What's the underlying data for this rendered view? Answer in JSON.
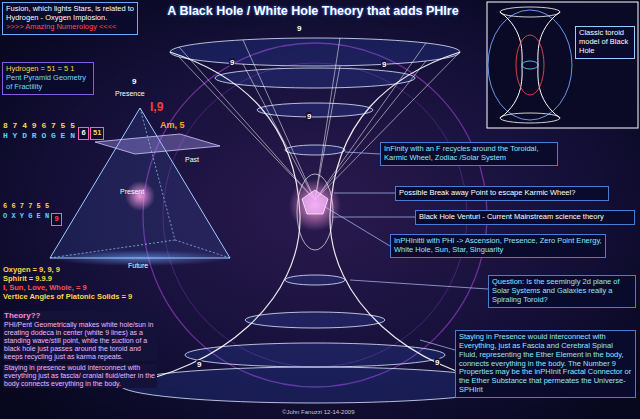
{
  "diagram": {
    "title": "A Black Hole / White Hole Theory that adds PHIre",
    "nodes": [
      {
        "text": [
          "Fusion, which lights Stars, is related to Hydrogen - Oxygen Implosion.",
          ">>>> Amazing Numerology <<<<"
        ]
      },
      {
        "text": [
          "Hydrogen = 51 = 5 1",
          "Pent Pyramid Geometry of Fractility"
        ]
      },
      {
        "text": [
          "6"
        ]
      },
      {
        "text": [
          "51"
        ]
      },
      {
        "text": [
          "9"
        ]
      },
      {
        "text": [
          "Classic toroid model of Black Hole"
        ]
      },
      {
        "text": [
          "InFinity with an F recycles around the Toroidal, Karmic Wheel, Zodiac /Solar System"
        ]
      },
      {
        "text": [
          "Possible Break away Point to escape Karmic Wheel?"
        ]
      },
      {
        "text": [
          "Black Hole Venturi - Current Mainstream science theory"
        ]
      },
      {
        "text": [
          "InPHInitti with PHI -> Ascension, Presence, Zero Point Energy, White Hole, Sun, Star, Singuarity"
        ]
      },
      {
        "text": [
          "Question: Is the seemingly 2d plane of Solar Systems and Galaxies really a Spiraling Toroid?"
        ]
      },
      {
        "text": [
          "Staying in Presence would interconnect with Everything, just as Fascia and Cerebral Spinal Fluid, representing the Ether Element in the body, connects everything in the body. The Number 9 Properties may be the inPHInit Fractal Connector or the Ether Substance that permeates the Universe- SPHIrit"
        ]
      }
    ],
    "labels": [
      "9",
      "Presence",
      "I,9",
      "Am, 5",
      "Past",
      "8 7 4 9 6 7 5 5",
      "H Y D R O G E N",
      "Present",
      "6 6 7 7 5 5",
      "O X Y G E N",
      "Future",
      "Oxygen = 9, 9, 9",
      "Sphirit = 9.9.9",
      "I, Sun, Love, Whole, = 9",
      "Vertice Angles of Platonic Solids = 9",
      "Theory??",
      "PHI/Pent Geometrically makes white hole/sun in creating dodeca in center (white 9 lines) as a standing wave/still point, while the suction of a black hole just passes around the toroid and keeps recycling just as karma repeats.",
      "Staying in presence would interconnect with everything just as fascia/ cranial fluid/ether in the body connects everything in the body.",
      "9",
      "9",
      "9",
      "9",
      "9",
      "9",
      "©John Fanuzzi 12-14-2009"
    ]
  }
}
